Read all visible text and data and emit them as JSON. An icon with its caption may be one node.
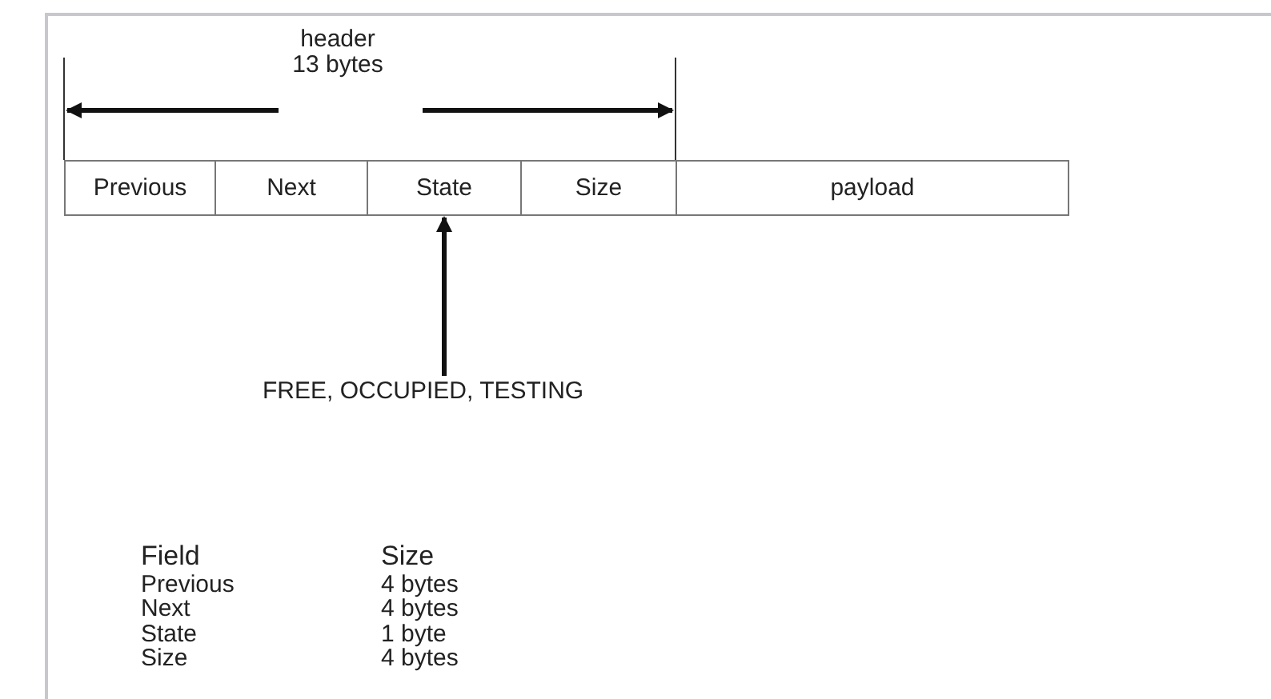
{
  "diagram": {
    "nodes": [
      {
        "text": [
          "Previous"
        ]
      },
      {
        "text": [
          "Next"
        ]
      },
      {
        "text": [
          "State"
        ]
      },
      {
        "text": [
          "Size"
        ]
      },
      {
        "text": [
          "payload"
        ]
      },
      {
        "text": [
          "FREE, OCCUPIED, TESTING"
        ]
      }
    ],
    "edges": [
      {
        "from": 5,
        "to": 2,
        "arrow": "to"
      }
    ],
    "labels": [
      "header 13 bytes",
      "Field",
      "Size",
      "Previous",
      "4 bytes",
      "Next",
      "4 bytes",
      "State",
      "1 byte",
      "Size",
      "4 bytes"
    ]
  }
}
